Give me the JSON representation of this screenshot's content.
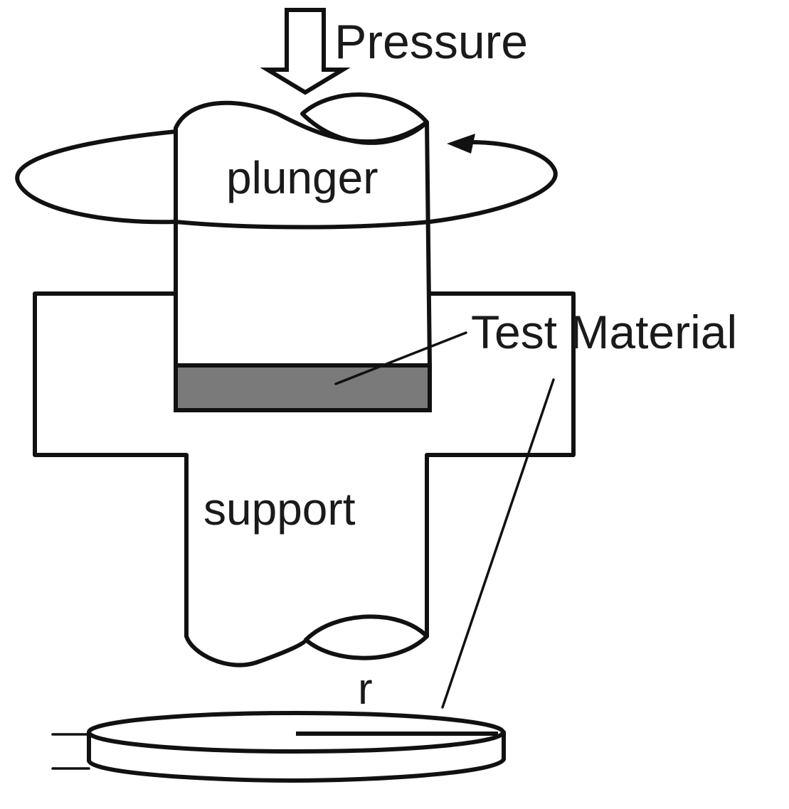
{
  "labels": {
    "pressure": "Pressure",
    "plunger": "plunger",
    "test_material": "Test Material",
    "support": "support",
    "radius": "r"
  },
  "colors": {
    "background": "#ffffff",
    "outline": "#111111",
    "test_material_fill": "#7a7a7a"
  }
}
